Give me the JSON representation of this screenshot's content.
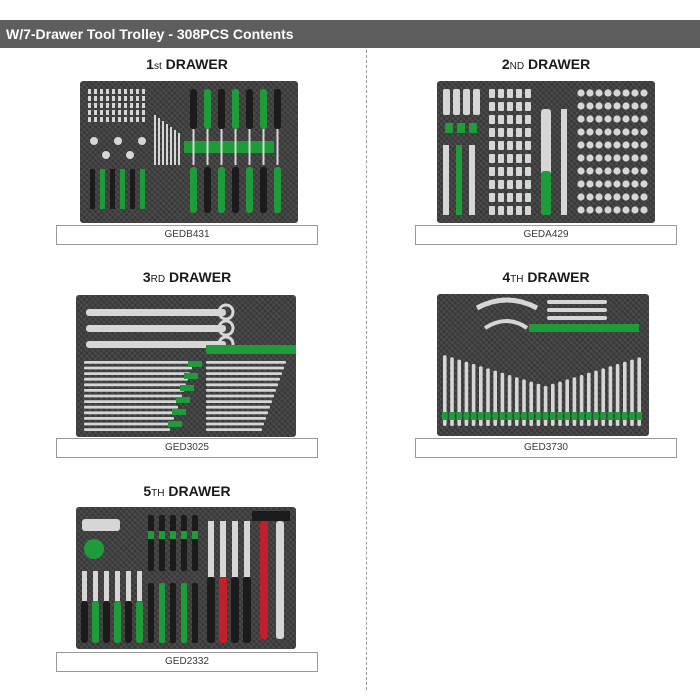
{
  "header": {
    "title": "W/7-Drawer Tool Trolley - 308PCS Contents"
  },
  "drawers": [
    {
      "number": "1",
      "suffix": "st",
      "label": "DRAWER",
      "code": "GEDB431"
    },
    {
      "number": "2",
      "suffix": "ND",
      "label": "DRAWER",
      "code": "GEDA429"
    },
    {
      "number": "3",
      "suffix": "RD",
      "label": "DRAWER",
      "code": "GED3025"
    },
    {
      "number": "4",
      "suffix": "TH",
      "label": "DRAWER",
      "code": "GED3730"
    },
    {
      "number": "5",
      "suffix": "TH",
      "label": "DRAWER",
      "code": "GED2332"
    }
  ],
  "colors": {
    "header_bg": "#5e5e5e",
    "tray_bg": "#3b3b3b",
    "accent_green": "#1e9c3a",
    "handle_red": "#c21f2a",
    "chrome": "#d6d6d6"
  }
}
